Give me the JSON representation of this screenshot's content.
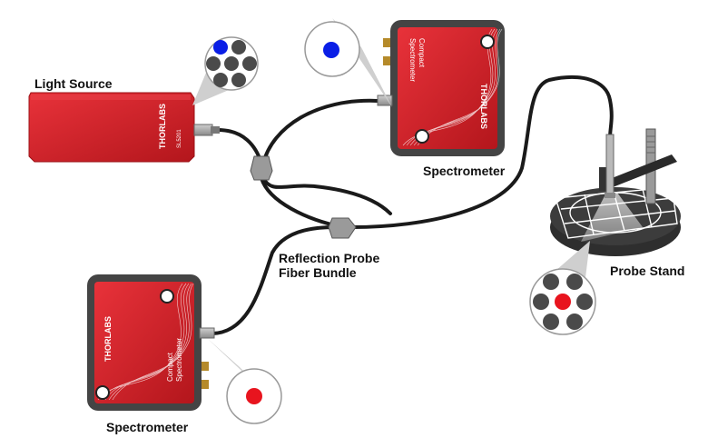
{
  "labels": {
    "light_source": "Light Source",
    "spectrometer_top": "Spectrometer",
    "spectrometer_bottom": "Spectrometer",
    "probe_line1": "Reflection Probe",
    "probe_line2": "Fiber Bundle",
    "probe_stand": "Probe Stand"
  },
  "devices": {
    "light_source_brand": "THORLABS",
    "light_source_model": "SL5201",
    "spectrometer_brand": "THORLABS",
    "spectrometer_text_line1": "Compact",
    "spectrometer_text_line2": "Spectrometer"
  },
  "colors": {
    "device_red": "#d41f26",
    "device_frame": "#444444",
    "fiber": "#1a1a1a",
    "core_blue": "#0a1ee6",
    "core_red": "#e8141e",
    "core_dark": "#4a4a4a"
  }
}
